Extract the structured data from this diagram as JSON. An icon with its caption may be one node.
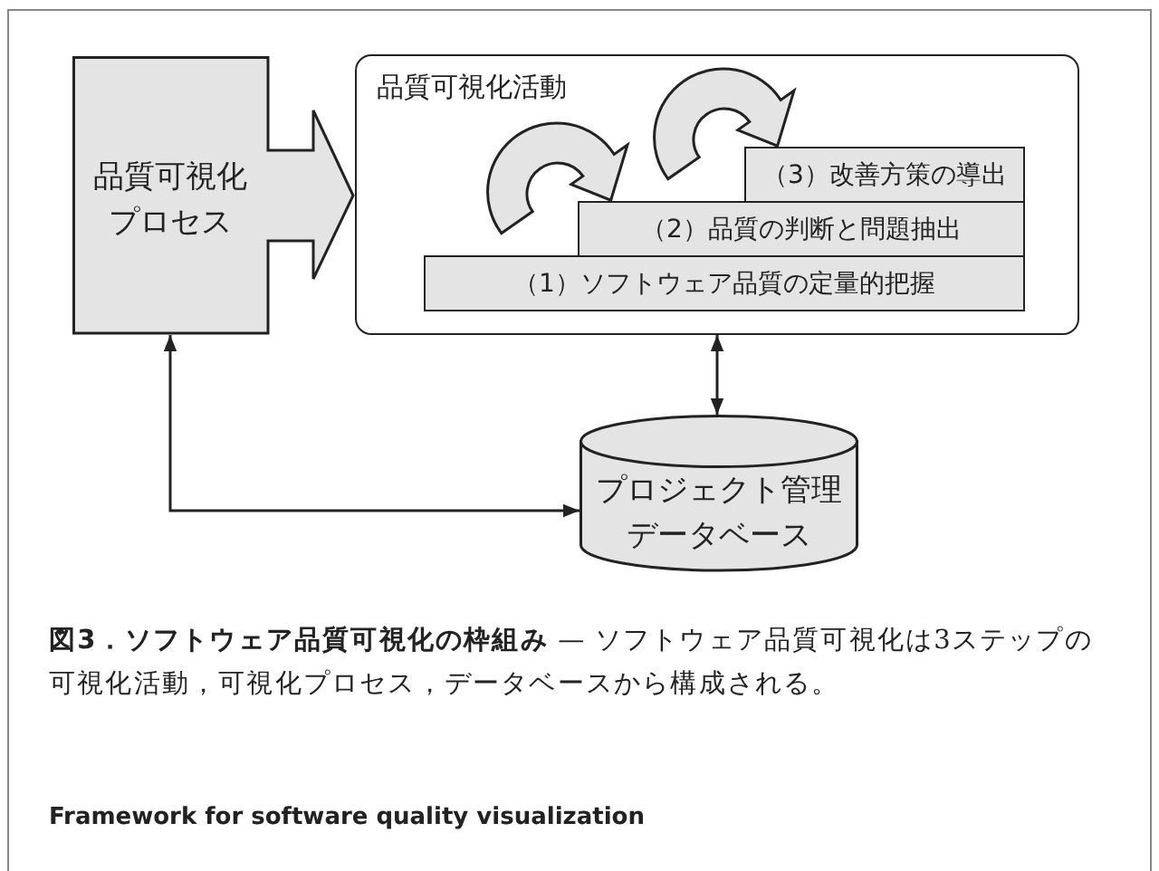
{
  "diagram": {
    "nodes": [
      {
        "text": [
          "品質可視化プロセス"
        ]
      },
      {
        "text": [
          "品質可視化活動"
        ]
      },
      {
        "text": [
          "（1）ソフトウェア品質の定量的把握"
        ],
        "in": 1
      },
      {
        "text": [
          "（2）品質の判断と問題抽出"
        ],
        "in": 1
      },
      {
        "text": [
          "（3）改善方策の導出"
        ],
        "in": 1
      },
      {
        "text": [
          "プロジェクト管理データベース"
        ]
      }
    ],
    "edges": [
      {
        "from": 2,
        "to": 3,
        "arrow": "to"
      },
      {
        "from": 3,
        "to": 4,
        "arrow": "to"
      },
      {
        "from": 1,
        "to": 5,
        "arrow": "both"
      },
      {
        "from": 0,
        "to": 5,
        "arrow": "both"
      }
    ],
    "caption": "**図3．ソフトウェア品質可視化の枠組み** — ソフトウェア品質可視化は3ステップの可視化活動，可視化プロセス，データベースから構成される。",
    "labels": [
      "Framework for software quality visualization"
    ]
  }
}
